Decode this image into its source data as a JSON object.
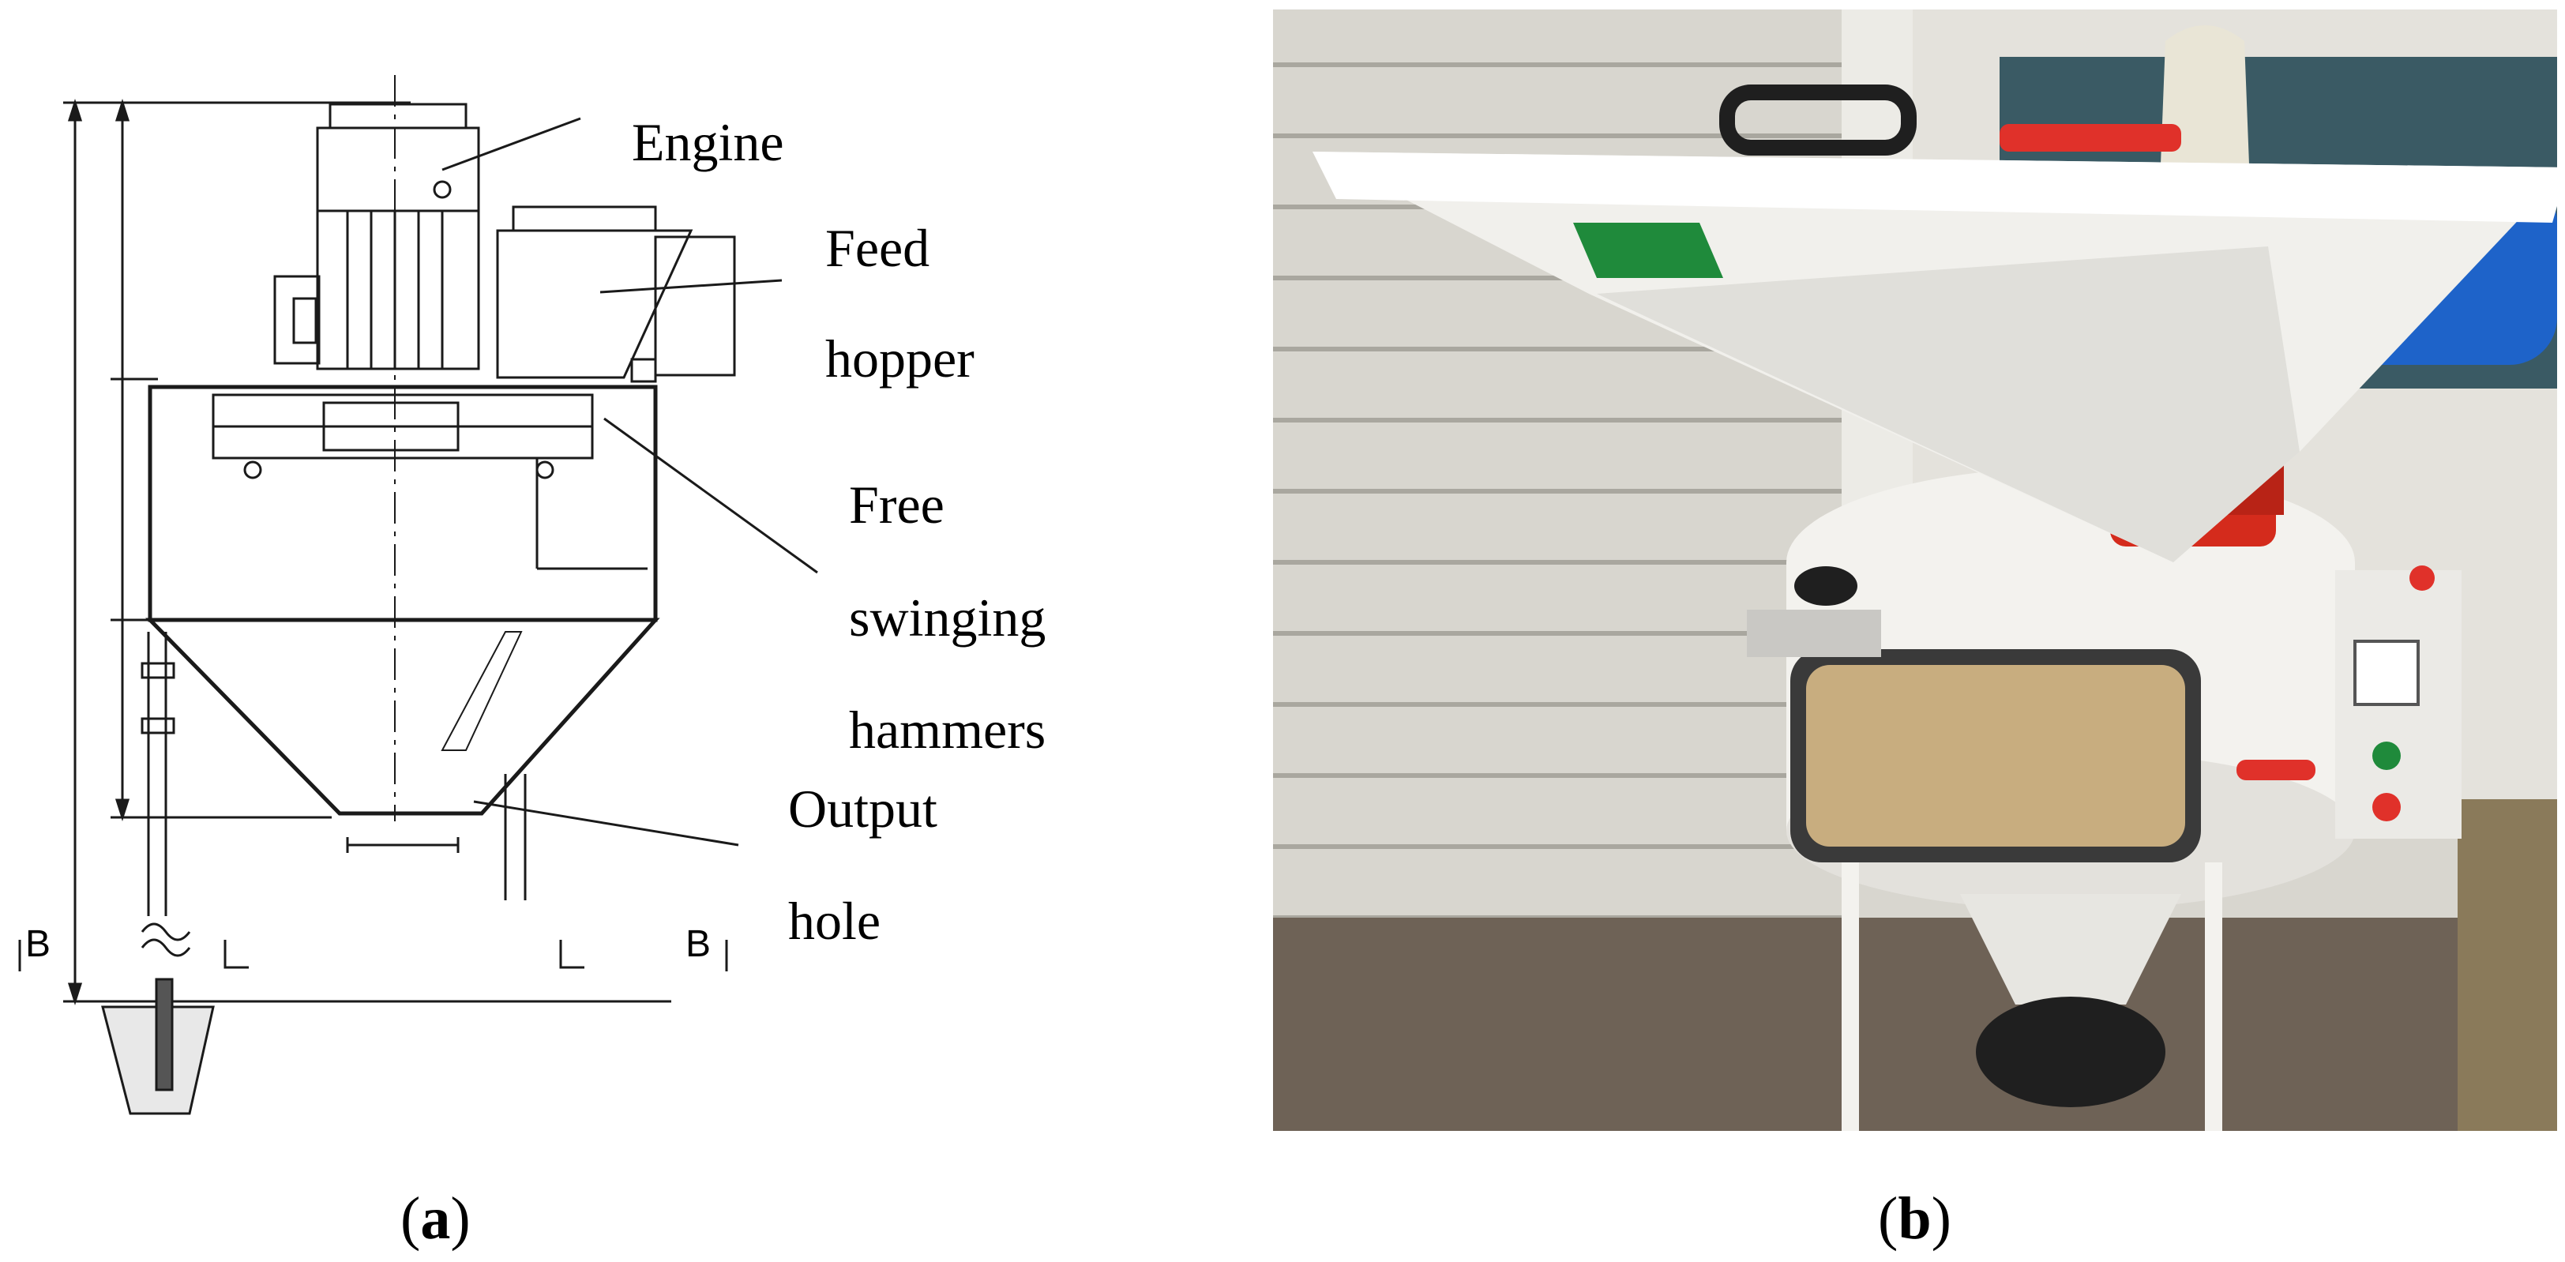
{
  "labels": {
    "engine": "Engine",
    "feed_hopper_line1": "Feed",
    "feed_hopper_line2": "hopper",
    "hammers_line1": "Free",
    "hammers_line2": "swinging",
    "hammers_line3": "hammers",
    "output_line1": "Output",
    "output_line2": "hole"
  },
  "section_marks": {
    "left": "B",
    "right": "B"
  },
  "captions": {
    "a_open": "(",
    "a_letter": "a",
    "a_close": ")",
    "b_open": "(",
    "b_letter": "b",
    "b_close": ")"
  },
  "colors": {
    "line": "#1a1a1a",
    "wall": "#d8d6cf",
    "wall_groove": "#a9a79f",
    "machine_white": "#f3f2ee",
    "motor_red": "#d42b1c",
    "handle_red": "#e0312a",
    "green_tag": "#1f8a3b",
    "grain": "#c8ad7f",
    "window_blue": "#1e63c9",
    "ground": "#6e6256"
  }
}
